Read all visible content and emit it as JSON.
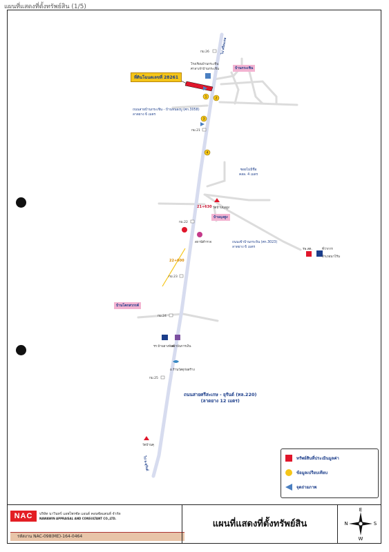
{
  "page_caption": "แผนที่แสดงที่ตั้งทรัพย์สิน (1/5)",
  "property_tag": "ที่ดินโฉนดเลขที่ 28261",
  "villages": {
    "ban_krachin": "บ้านกระเชิน",
    "ban_bungsung": "บ้านบุงสูง",
    "ban_khonsawan": "บ้านโคกสวรรค์"
  },
  "roads": {
    "road1_name": "ถนนสายบ้านกระเชิน - บ้านหนองบู (ศก.3058)",
    "road1_width": "ลาดยาง 6 เมตร",
    "soi_name": "ซอยไม่มีชื่อ",
    "soi_width": "คสล. 4 เมตร",
    "road2_name": "ถนนเข้าบ้านกระจิน (ศก.3023)",
    "road2_width": "ลาดยาง 6 เมตร",
    "main_road_name": "ถนนสายศรีสะเกษ - ยุรันต์ (ทล.220)",
    "main_road_width": "(ลาดยาง 12 เมตร)",
    "main_road_side_top": "ไป ศรีสะเกษ",
    "main_road_side_bottom": "ไป อ.ยุรันต์"
  },
  "km_markers": {
    "km_26": "กม.26",
    "km_21": "กม.21",
    "km_22": "กม.22",
    "km_23": "กม.23",
    "km_24": "กม.24",
    "km_25": "กม.25",
    "km_21_650": "21+630",
    "km_22_600": "22+600"
  },
  "places": {
    "school": "โรงเรียนบ้านกระเชิน",
    "school_sub": "ศาลาเจ้าบ้านกระเชิน",
    "temple1": "วัดบ้านบุงสูง",
    "bank": "สถาบันการเงิน",
    "hospital": "รพ.สต.",
    "hospital_sub": "ที่ว่าการ",
    "district_office": "อำเภอนาโร้น",
    "school2": "รร.บ้านยางพันธ์",
    "shop": "ร้านจำหน่ายรถจักร",
    "building1": "สถานีตำรวจ",
    "building2": "อ.ร้านวัสดุก่อสร้าง",
    "temple2": "วัดบ้านคุ"
  },
  "comparables": [
    "1",
    "2",
    "3",
    "4"
  ],
  "legend": {
    "property": "ทรัพย์สินที่ประเมินมูลค่า",
    "comparable": "ข้อมูลเปรียบเทียบ",
    "photo": "จุดถ่ายภาพ"
  },
  "footer": {
    "logo": "NAC",
    "company_th": "บริษัท นาวินทร์ แอพไพรซัล แอนด์ คอนซัลแตนท์ จำกัด",
    "company_en": "NAWAWIN APPRAISAL AND CONSULTANT CO.,LTD.",
    "ref_no": "รหัสงาน NAC-098(ME)-164-0464",
    "title": "แผนที่แสดงที่ตั้งทรัพย์สิน",
    "compass": {
      "n": "N",
      "s": "S",
      "e": "E",
      "w": "W"
    }
  },
  "colors": {
    "main_road": "#d7dcef",
    "side_road": "#dcdcdc",
    "property": "#e0162b",
    "comparable": "#f5c518",
    "label_blue": "#1b3d8a",
    "village_bg": "#f3b3d1"
  }
}
